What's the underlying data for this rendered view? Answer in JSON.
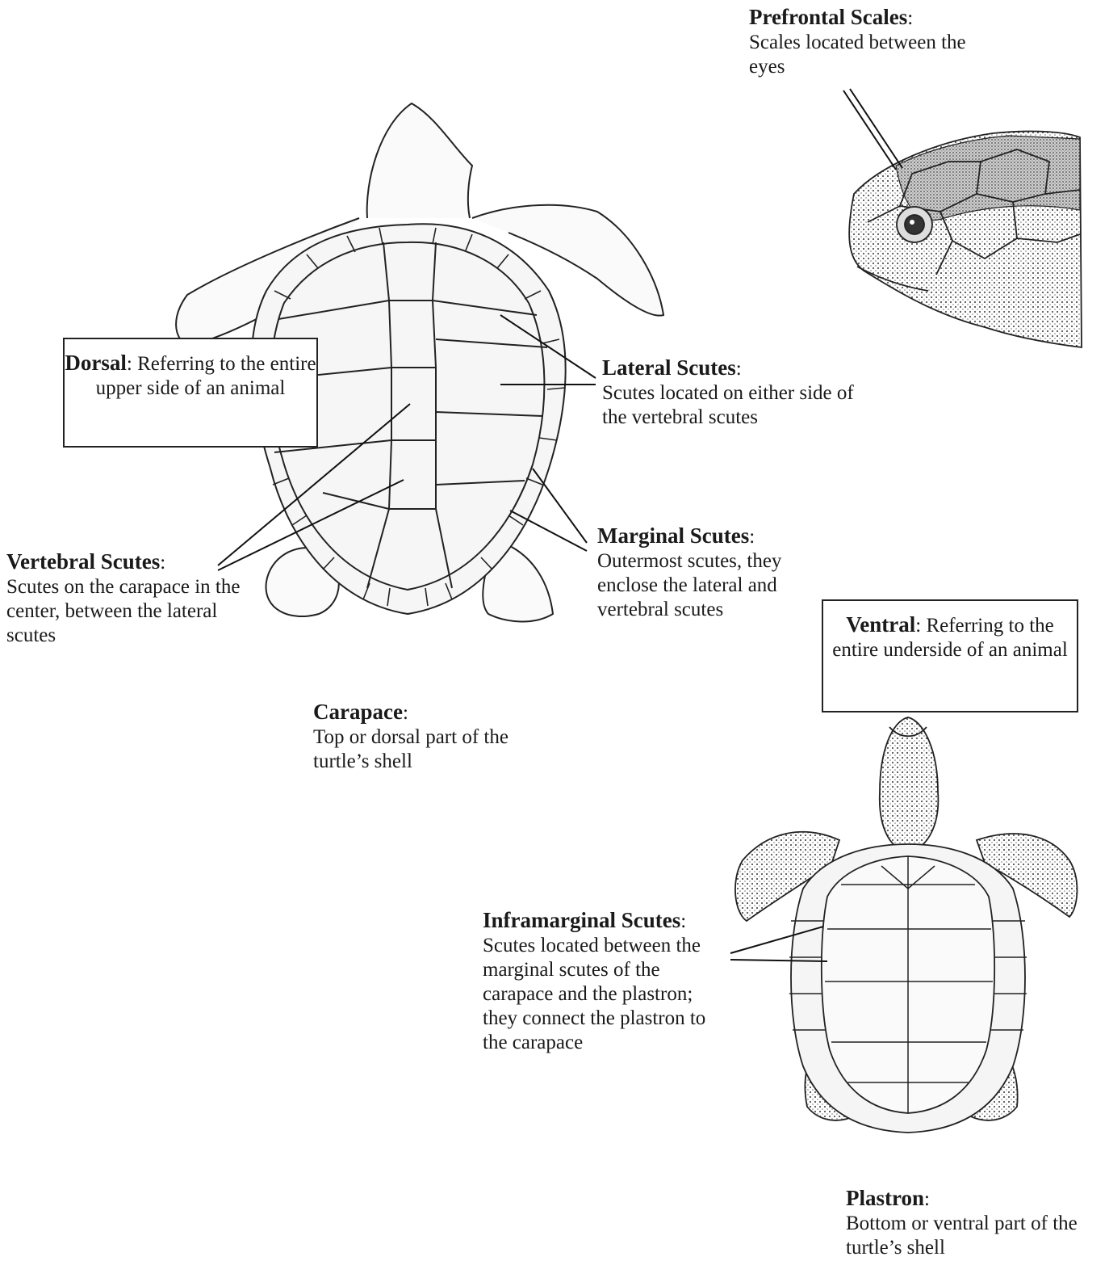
{
  "labels": {
    "prefrontal": {
      "title": "Prefrontal Scales",
      "desc": "Scales located between the eyes"
    },
    "dorsal": {
      "title": "Dorsal",
      "desc": "Referring to the entire upper side of an animal"
    },
    "lateral": {
      "title": "Lateral Scutes",
      "desc": "Scutes located on either side of the vertebral scutes"
    },
    "marginal": {
      "title": "Marginal Scutes",
      "desc": "Outermost scutes, they enclose the lateral and vertebral scutes"
    },
    "vertebral": {
      "title": "Vertebral Scutes",
      "desc": "Scutes on the carapace in the center, between the lateral scutes"
    },
    "ventral": {
      "title": "Ventral",
      "desc": "Referring to the entire underside of an animal"
    },
    "carapace": {
      "title": "Carapace",
      "desc": "Top or dorsal part of the turtle’s shell"
    },
    "inframarginal": {
      "title": "Inframarginal Scutes",
      "desc": "Scutes located between the marginal scutes of the carapace and the plastron; they connect the plastron to the carapace"
    },
    "plastron": {
      "title": "Plastron",
      "desc": "Bottom or ventral part of the turtle’s shell"
    }
  },
  "colors": {
    "ink": "#1a1a1a",
    "shell_fill": "#f3f3f3",
    "shade": "#9a9a9a"
  }
}
